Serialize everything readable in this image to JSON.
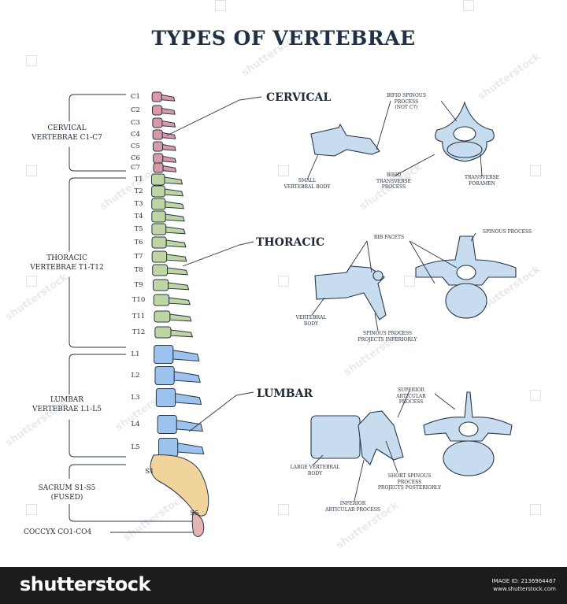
{
  "title": "TYPES OF VERTEBRAE",
  "spine_levels": {
    "cervical": [
      "C1",
      "C2",
      "C3",
      "C4",
      "C5",
      "C6",
      "C7"
    ],
    "thoracic": [
      "T1",
      "T2",
      "T3",
      "T4",
      "T5",
      "T6",
      "T7",
      "T8",
      "T9",
      "T10",
      "T11",
      "T12"
    ],
    "lumbar": [
      "L1",
      "L2",
      "L3",
      "L4",
      "L5"
    ],
    "sacrum_top": "S1",
    "sacrum_bottom": "S5"
  },
  "groups": {
    "cervical": [
      "CERVICAL",
      "VERTEBRAE C1-C7"
    ],
    "thoracic": [
      "THORACIC",
      "VERTEBRAE T1-T12"
    ],
    "lumbar": [
      "LUMBAR",
      "VERTEBRAE L1-L5"
    ],
    "sacrum": [
      "SACRUM S1-S5",
      "(FUSED)"
    ],
    "coccyx": "COCCYX CO1-CO4"
  },
  "sections": {
    "cervical": "CERVICAL",
    "thoracic": "THORACIC",
    "lumbar": "LUMBAR"
  },
  "annotations": {
    "cervical": {
      "bifid_spinous": [
        "BIFID SPINOUS",
        "PROCESS",
        "(NOT C7)"
      ],
      "small_body": [
        "SMALL",
        "VERTEBRAL BODY"
      ],
      "bifid_transverse": [
        "BIFID",
        "TRANSVERSE",
        "PROCESS"
      ],
      "transverse_foramen": [
        "TRANSVERSE",
        "FORAMEN"
      ]
    },
    "thoracic": {
      "rib_facets": "RIB FACETS",
      "spinous_process": "SPINOUS PROCESS",
      "vertebral_body": [
        "VERTEBRAL",
        "BODY"
      ],
      "spinous_inferiorly": [
        "SPINOUS PROCESS",
        "PROJECTS INFERIORLY"
      ]
    },
    "lumbar": {
      "superior_articular": [
        "SUPERIOR",
        "ARTICULAR",
        "PROCESS"
      ],
      "large_body": [
        "LARGE VERTEBRAL",
        "BODY"
      ],
      "short_spinous": [
        "SHORT SPINOUS",
        "PROCESS",
        "PROJECTS POSTERIORLY"
      ],
      "inferior_articular": [
        "INFERIOR",
        "ARTICULAR PROCESS"
      ]
    }
  },
  "colors": {
    "cervical": "#d99aa8",
    "thoracic": "#bfd6a4",
    "lumbar": "#9cc3ee",
    "sacrum": "#f1d39c",
    "coccyx": "#e6b2b2",
    "bone": "#c7dcef",
    "outline": "#2a3646"
  },
  "watermark": "shutterstock",
  "footer": {
    "brand": "shutterstock",
    "image_id": "IMAGE ID: 2136964467",
    "site": "www.shutterstock.com"
  }
}
